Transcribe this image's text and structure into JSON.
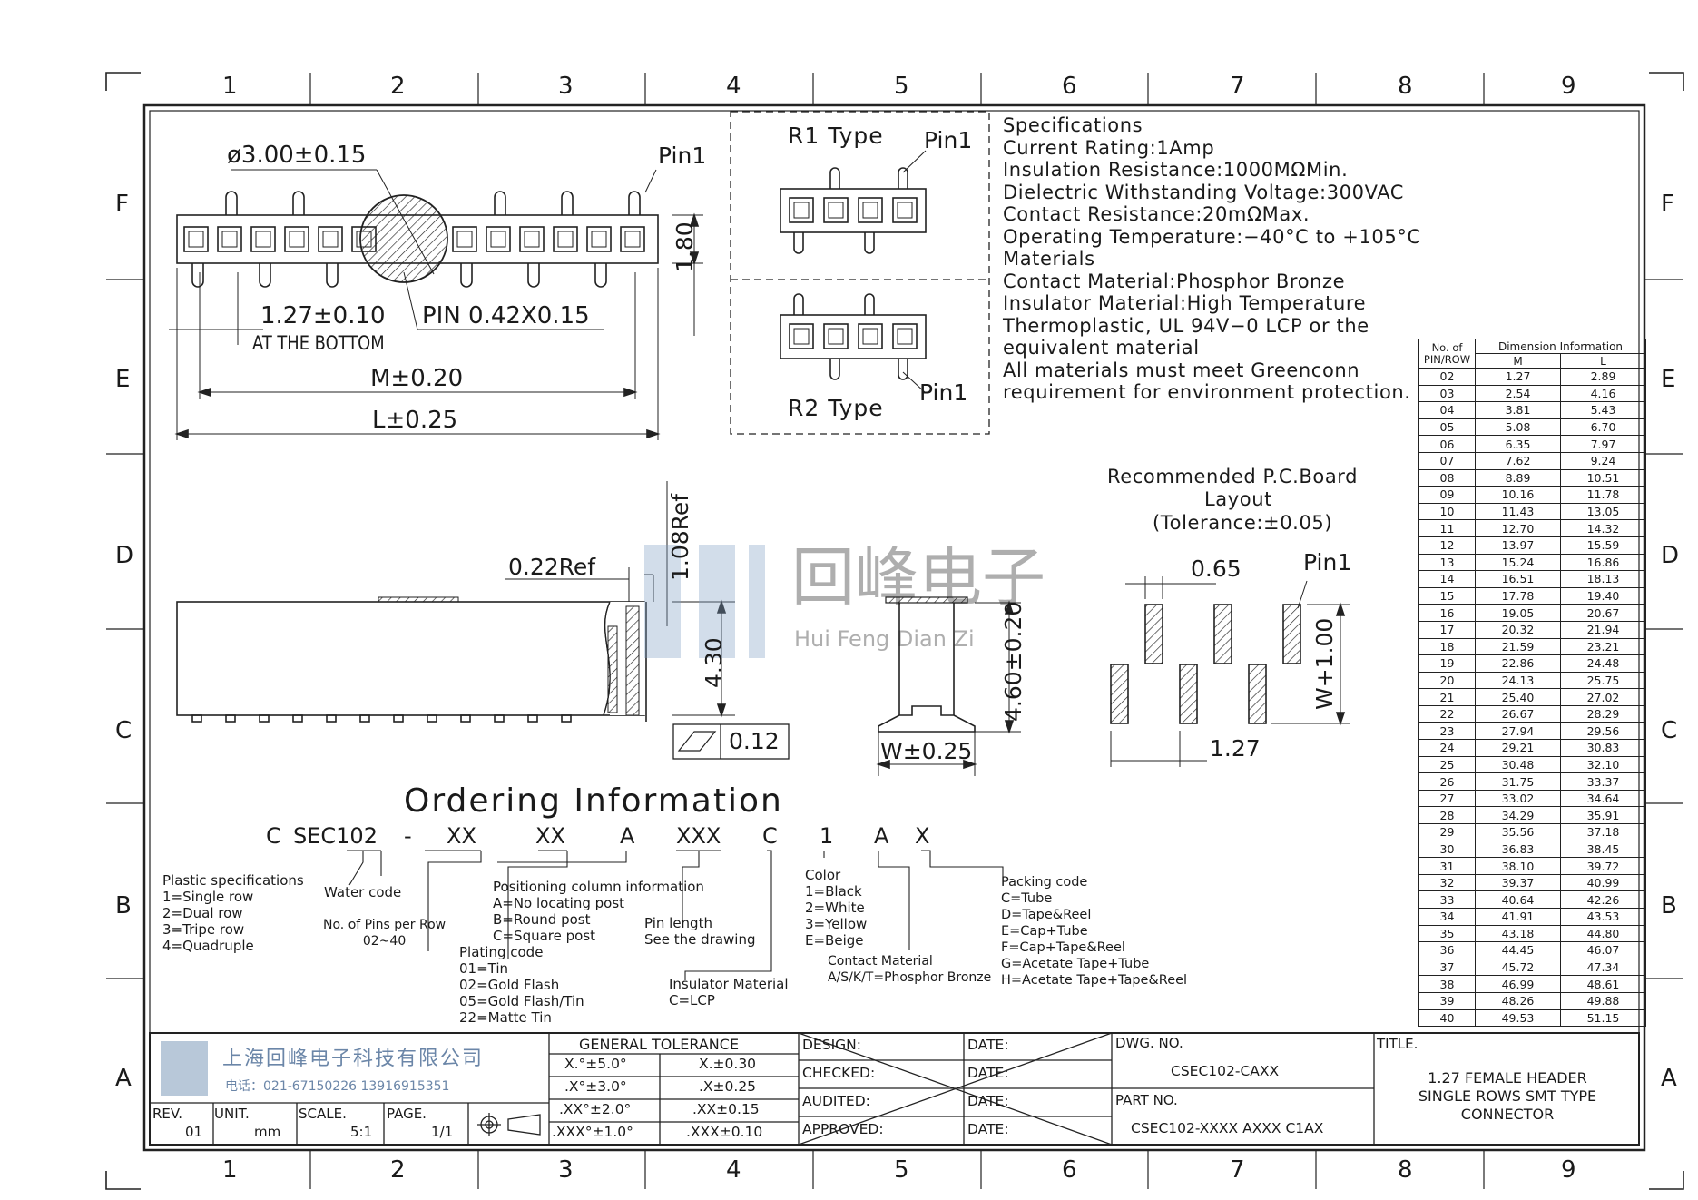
{
  "frame": {
    "col_labels": [
      "1",
      "2",
      "3",
      "4",
      "5",
      "6",
      "7",
      "8",
      "9"
    ],
    "row_labels": [
      "F",
      "E",
      "D",
      "C",
      "B",
      "A"
    ]
  },
  "top_view": {
    "diameter_label": "ø3.00±0.15",
    "pin1_label": "Pin1",
    "pitch_label": "1.27±0.10",
    "at_bottom_label": "AT THE BOTTOM",
    "pin_label": "PIN 0.42X0.15",
    "m_label": "M±0.20",
    "l_label": "L±0.25",
    "height_label": "1.80"
  },
  "types": {
    "r1_label": "R1 Type",
    "r2_label": "R2 Type",
    "pin1_label": "Pin1"
  },
  "specifications": [
    "Specifications",
    "Current Rating:1Amp",
    "Insulation Resistance:1000MΩMin.",
    "Dielectric Withstanding Voltage:300VAC",
    "Contact Resistance:20mΩMax.",
    "Operating Temperature:−40°C to +105°C",
    "Materials",
    "Contact Material:Phosphor Bronze",
    "Insulator Material:High Temperature",
    "Thermoplastic, UL 94V−0 LCP or the",
    "equivalent material",
    "All materials must meet Greenconn",
    "requirement for environment protection."
  ],
  "dimension_table": {
    "header_col1": "No. of PIN/ROW",
    "header_group": "Dimension Information",
    "header_m": "M",
    "header_l": "L",
    "rows": [
      [
        "02",
        "1.27",
        "2.89"
      ],
      [
        "03",
        "2.54",
        "4.16"
      ],
      [
        "04",
        "3.81",
        "5.43"
      ],
      [
        "05",
        "5.08",
        "6.70"
      ],
      [
        "06",
        "6.35",
        "7.97"
      ],
      [
        "07",
        "7.62",
        "9.24"
      ],
      [
        "08",
        "8.89",
        "10.51"
      ],
      [
        "09",
        "10.16",
        "11.78"
      ],
      [
        "10",
        "11.43",
        "13.05"
      ],
      [
        "11",
        "12.70",
        "14.32"
      ],
      [
        "12",
        "13.97",
        "15.59"
      ],
      [
        "13",
        "15.24",
        "16.86"
      ],
      [
        "14",
        "16.51",
        "18.13"
      ],
      [
        "15",
        "17.78",
        "19.40"
      ],
      [
        "16",
        "19.05",
        "20.67"
      ],
      [
        "17",
        "20.32",
        "21.94"
      ],
      [
        "18",
        "21.59",
        "23.21"
      ],
      [
        "19",
        "22.86",
        "24.48"
      ],
      [
        "20",
        "24.13",
        "25.75"
      ],
      [
        "21",
        "25.40",
        "27.02"
      ],
      [
        "22",
        "26.67",
        "28.29"
      ],
      [
        "23",
        "27.94",
        "29.56"
      ],
      [
        "24",
        "29.21",
        "30.83"
      ],
      [
        "25",
        "30.48",
        "32.10"
      ],
      [
        "26",
        "31.75",
        "33.37"
      ],
      [
        "27",
        "33.02",
        "34.64"
      ],
      [
        "28",
        "34.29",
        "35.91"
      ],
      [
        "29",
        "35.56",
        "37.18"
      ],
      [
        "30",
        "36.83",
        "38.45"
      ],
      [
        "31",
        "38.10",
        "39.72"
      ],
      [
        "32",
        "39.37",
        "40.99"
      ],
      [
        "33",
        "40.64",
        "42.26"
      ],
      [
        "34",
        "41.91",
        "43.53"
      ],
      [
        "35",
        "43.18",
        "44.80"
      ],
      [
        "36",
        "44.45",
        "46.07"
      ],
      [
        "37",
        "45.72",
        "47.34"
      ],
      [
        "38",
        "46.99",
        "48.61"
      ],
      [
        "39",
        "48.26",
        "49.88"
      ],
      [
        "40",
        "49.53",
        "51.15"
      ]
    ]
  },
  "side_view": {
    "ref108": "1.08Ref",
    "ref022": "0.22Ref",
    "h430": "4.30",
    "flatness": "0.12"
  },
  "end_view": {
    "h460": "4.60±0.20",
    "w025": "W±0.25"
  },
  "pcb": {
    "title1": "Recommended P.C.Board",
    "title2": "Layout",
    "title3": "(Tolerance:±0.05)",
    "dim065": "0.65",
    "pin1": "Pin1",
    "dim127": "1.27",
    "w100": "W+1.00"
  },
  "watermark": {
    "cn": "回峰电子",
    "en": "Hui Feng Dian Zi"
  },
  "ordering": {
    "title": "Ordering Information",
    "code": [
      "C",
      "SEC102",
      "-",
      "XX",
      "XX",
      "A",
      "XXX",
      "C",
      "1",
      "A",
      "X"
    ],
    "plastic": [
      "Plastic specifications",
      "1=Single row",
      "2=Dual row",
      "3=Tripe row",
      "4=Quadruple"
    ],
    "water": "Water code",
    "pins": [
      "No. of Pins per Row",
      "02~40"
    ],
    "plating": [
      "Plating code",
      "01=Tin",
      "02=Gold Flash",
      "05=Gold Flash/Tin",
      "22=Matte Tin"
    ],
    "positioning": [
      "Positioning column information",
      "A=No locating post",
      "B=Round post",
      "C=Square post"
    ],
    "pin_length": [
      "Pin length",
      "See the drawing"
    ],
    "insulator": [
      "Insulator Material",
      "C=LCP"
    ],
    "color": [
      "Color",
      "1=Black",
      "2=White",
      "3=Yellow",
      "E=Beige"
    ],
    "contact": [
      "Contact Material",
      "A/S/K/T=Phosphor Bronze"
    ],
    "packing": [
      "Packing code",
      "C=Tube",
      "D=Tape&Reel",
      "E=Cap+Tube",
      "F=Cap+Tape&Reel",
      "G=Acetate Tape+Tube",
      "H=Acetate Tape+Tape&Reel"
    ]
  },
  "title_block": {
    "company_cn": "上海回峰电子科技有限公司",
    "phone": "电话：021-67150226  13916915351",
    "rev_label": "REV.",
    "rev_value": "01",
    "unit_label": "UNIT.",
    "unit_value": "mm",
    "scale_label": "SCALE.",
    "scale_value": "5:1",
    "page_label": "PAGE.",
    "page_value": "1/1",
    "tolerance_title": "GENERAL TOLERANCE",
    "tolerance": [
      [
        "X.°±5.0°",
        "X.±0.30"
      ],
      [
        ".X°±3.0°",
        ".X±0.25"
      ],
      [
        ".XX°±2.0°",
        ".XX±0.15"
      ],
      [
        ".XXX°±1.0°",
        ".XXX±0.10"
      ]
    ],
    "roles": [
      "DESIGN:",
      "CHECKED:",
      "AUDITED:",
      "APPROVED:"
    ],
    "date_label": "DATE:",
    "dwg_label": "DWG. NO.",
    "dwg_value": "CSEC102-CAXX",
    "part_label": "PART NO.",
    "part_value": "CSEC102-XXXX AXXX C1AX",
    "title_label": "TITLE.",
    "title_lines": [
      "1.27 FEMALE HEADER",
      "SINGLE ROWS SMT TYPE",
      "CONNECTOR"
    ]
  }
}
